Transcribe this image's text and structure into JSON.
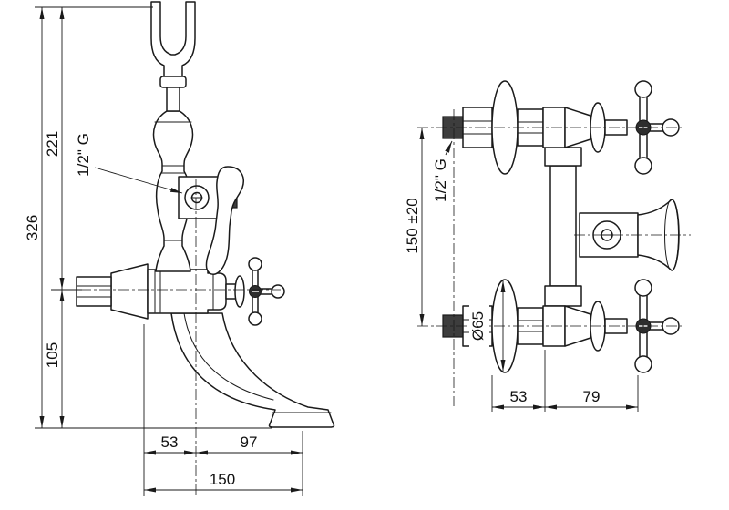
{
  "drawing": {
    "side_view": {
      "dims": {
        "total_height": "326",
        "height_top_to_wall_axis": "221",
        "height_wall_axis_to_base": "105",
        "thread": "1/2\" G",
        "depth_wall_to_axis": "53",
        "depth_axis_to_spout": "97",
        "depth_total": "150"
      }
    },
    "front_view": {
      "dims": {
        "inlet_centers": "150 ±20",
        "thread": "1/2\" G",
        "flange_diameter": "Ø65",
        "width_wall_to_body": "53",
        "width_body_to_handle": "79"
      }
    }
  }
}
